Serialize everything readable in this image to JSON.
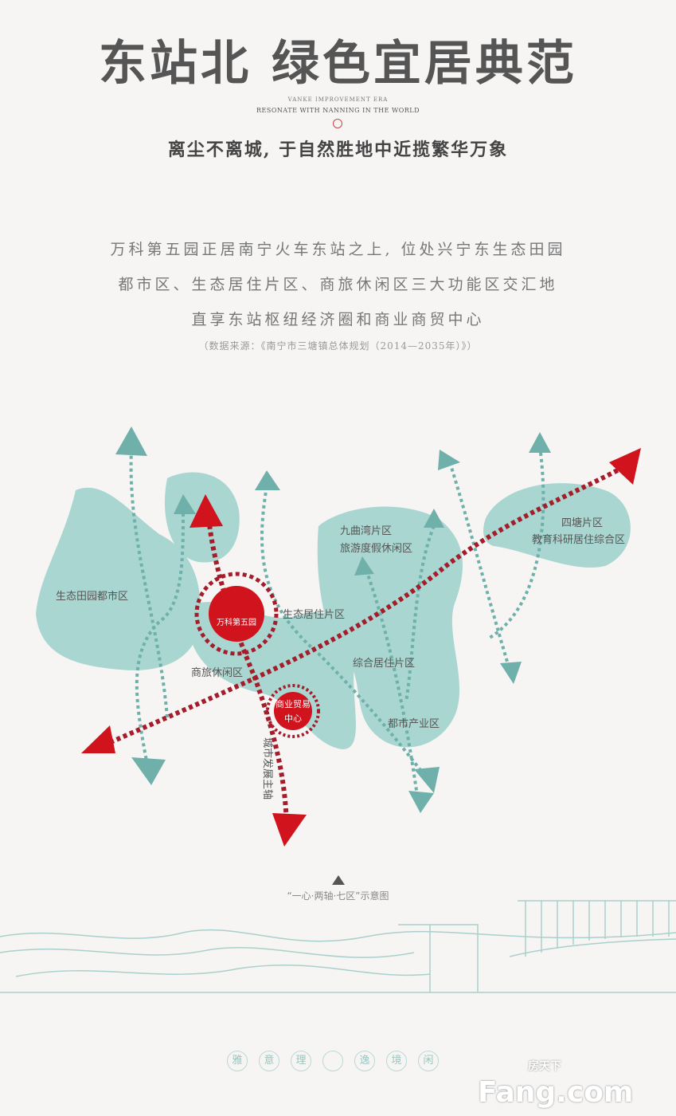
{
  "header": {
    "title": "东站北 绿色宜居典范",
    "subtitle_en_1": "VANKE IMPROVEMENT ERA",
    "subtitle_en_2": "RESONATE WITH NANNING IN THE WORLD",
    "slogan": "离尘不离城, 于自然胜地中近揽繁华万象"
  },
  "intro": {
    "lines": [
      "万科第五园正居南宁火车东站之上, 位处兴宁东生态田园",
      "都市区、生态居住片区、商旅休闲区三大功能区交汇地",
      "直享东站枢纽经济圈和商业商贸中心"
    ],
    "source": "（数据来源：《南宁市三塘镇总体规划（2014—2035年）》）"
  },
  "map": {
    "colors": {
      "zone": "#a9d6d0",
      "arrow": "#6fb0aa",
      "axis": "#a51d2b",
      "core": "#d0131d"
    },
    "zones": {
      "eco_farm": "生态田园都市区",
      "eco_living": "生态居住片区",
      "business_leisure": "商旅休闲区",
      "jiuquwan_1": "九曲湾片区",
      "jiuquwan_2": "旅游度假休闲区",
      "sitang_1": "四塘片区",
      "sitang_2": "教育科研居住综合区",
      "integrated": "综合居住片区",
      "industry": "都市产业区"
    },
    "core_logo": "万科第五园",
    "commerce_center_1": "商业贸易",
    "commerce_center_2": "中心",
    "axis_label": "城市发展主轴",
    "legend": "“一心·两轴·七区”示意图"
  },
  "footer": {
    "chars": [
      "雅",
      "意",
      "理",
      "",
      "逸",
      "境",
      "闲"
    ],
    "logo_cn": "房天下",
    "logo_en": "Fang.com"
  }
}
